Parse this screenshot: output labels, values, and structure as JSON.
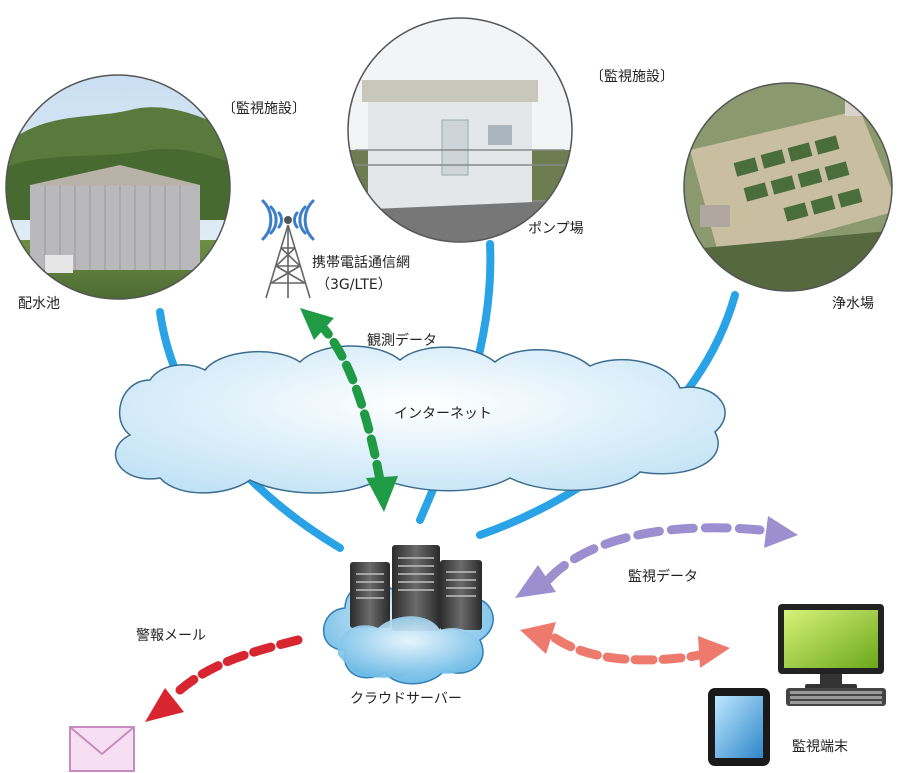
{
  "labels": {
    "monitor_facility_left": "〔監視施設〕",
    "monitor_facility_right": "〔監視施設〕",
    "reservoir": "配水池",
    "pump_station": "ポンプ場",
    "water_plant": "浄水場",
    "mobile_network": "携帯電話通信網",
    "mobile_network_sub": "（3G/LTE）",
    "observation_data": "観測データ",
    "internet": "インターネット",
    "monitor_data": "監視データ",
    "alarm_mail": "警報メール",
    "cloud_server": "クラウドサーバー",
    "monitor_terminal": "監視端末"
  },
  "colors": {
    "link_line": "#29a3e6",
    "observation_arrow": "#1f9a45",
    "monitor_arrow": "#9b8fd0",
    "terminal_arrow": "#ee7a6e",
    "alarm_arrow": "#d7262f",
    "cloud_fill": "#d6ecf8"
  }
}
